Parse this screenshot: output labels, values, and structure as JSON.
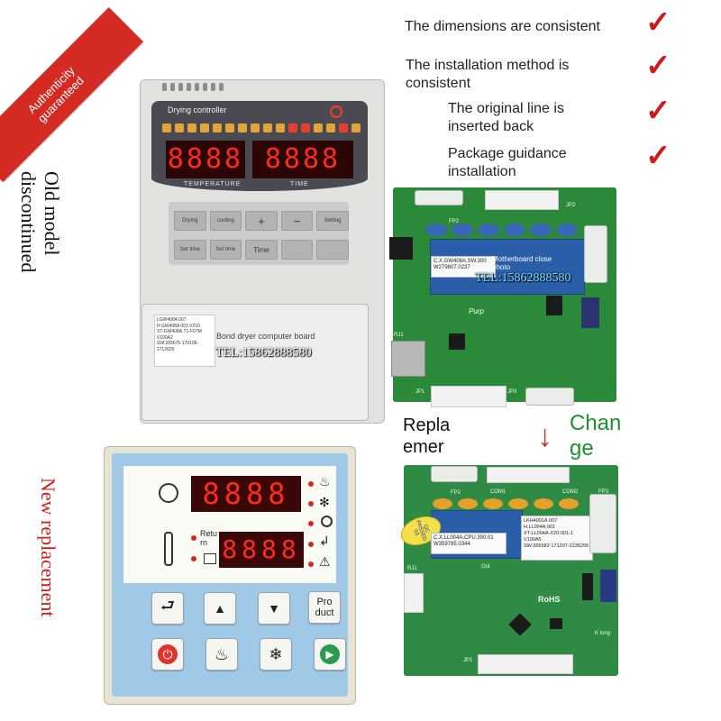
{
  "ribbon": {
    "line1": "Authenticity",
    "line2": "guaranteed"
  },
  "features": [
    {
      "text": "The dimensions are consistent"
    },
    {
      "text": "The installation method is consistent"
    },
    {
      "text": "The original line is inserted back"
    },
    {
      "text": "Package guidance installation"
    }
  ],
  "check_icon": "✓",
  "old_label": "Old model discontinued",
  "new_label": "New replacement",
  "old_controller": {
    "title": "Drying controller",
    "temp_label": "TEMPERATURE",
    "time_label": "TIME",
    "display_left": "8888",
    "display_right": "8888",
    "keys_row1": [
      "Drying",
      "cooling",
      "+",
      "−",
      "Setting"
    ],
    "keys_row2": [
      "Set time",
      "Set time",
      "Time",
      "",
      ""
    ],
    "sticker_lines": [
      "LGW408A 007",
      "H.GW408A 003 V210",
      "XT-GW408A.T1-F07M",
      "V100A2",
      "SW:209676-170106-1712625"
    ],
    "caption": "Bond dryer computer board",
    "tel": "TEL:15862888580"
  },
  "pcb_top": {
    "label_lines": [
      "C.X.GW408A.SW.300",
      "W279807.0237"
    ],
    "blue_label": "Motherboard close photo",
    "tel": "TEL:15862888580",
    "silk_fp2": "FP2",
    "silk_jp2": "JP2",
    "silk_rj1": "RJ1",
    "silk_jp1": "JP1",
    "silk_jp3": "JP3",
    "logo": "Purp"
  },
  "replace": {
    "text_a": "Repla",
    "text_b": "emer",
    "change_a": "Chan",
    "change_b": "ge",
    "arrow": "↓"
  },
  "pcb_bottom": {
    "label_lines": [
      "C.X.LL004A.CPU.300.01",
      "W359785.0344"
    ],
    "white_label": [
      "LKH4001A.007",
      "H.LL004A.001",
      "XT-LL004A-X20-001-1",
      "V100A5",
      "SW:365582-171207-2235255"
    ],
    "stamp": "QC PASSED 03",
    "silk_fp2": "FP2",
    "silk_com1": "COM1",
    "silk_com2": "COM2",
    "silk_fp3": "FP3",
    "silk_rj1": "RJ1",
    "silk_out": "Out",
    "silk_jp1": "JP1",
    "silk_rohs": "RoHS",
    "silk_klong": "K long"
  },
  "new_controller": {
    "display_top": "8888",
    "display_bottom": "8888",
    "return_label": "Retu rn",
    "product_label": "Pro duct",
    "icons_right": [
      "heat-icon",
      "fan-icon",
      "circle-lamp-icon",
      "return-arrow-icon",
      "warning-icon"
    ]
  },
  "colors": {
    "red": "#d42a24",
    "check": "#d01818",
    "green": "#1e8f2e",
    "pcb": "#2a8a3a"
  }
}
